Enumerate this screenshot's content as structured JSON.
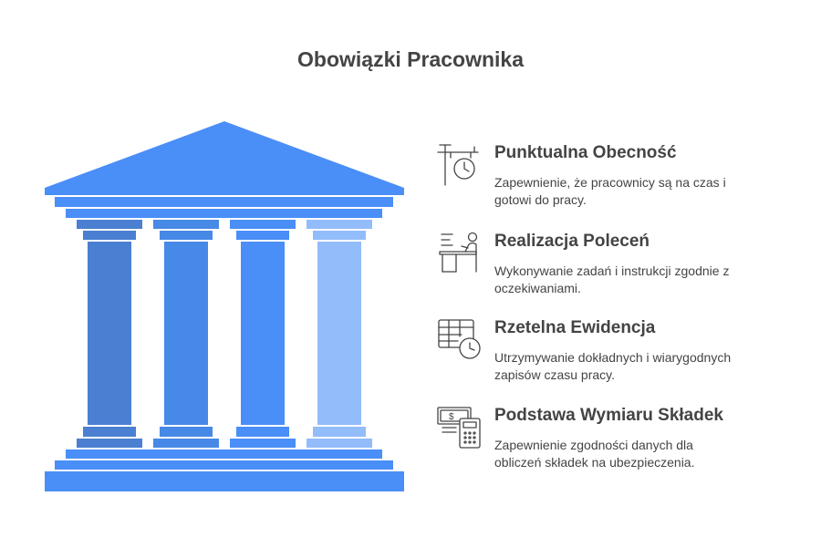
{
  "title": "Obowiązki Pracownika",
  "colors": {
    "column_1": "#4A7FD1",
    "column_2": "#4789E6",
    "column_3": "#4A8EF7",
    "column_4": "#93BCFB",
    "roof": "#4A8EF7",
    "text": "#444444"
  },
  "items": [
    {
      "icon": "clock-post-icon",
      "title": "Punktualna Obecność",
      "description": "Zapewnienie, że pracownicy są na czas i gotowi do pracy."
    },
    {
      "icon": "person-at-desk-icon",
      "title": "Realizacja Poleceń",
      "description": "Wykonywanie zadań i instrukcji zgodnie z oczekiwaniami."
    },
    {
      "icon": "timesheet-icon",
      "title": "Rzetelna Ewidencja",
      "description": "Utrzymywanie dokładnych i wiarygodnych zapisów czasu pracy."
    },
    {
      "icon": "money-calculator-icon",
      "title": "Podstawa Wymiaru Składek",
      "description": "Zapewnienie zgodności danych dla obliczeń składek na ubezpieczenia."
    }
  ]
}
